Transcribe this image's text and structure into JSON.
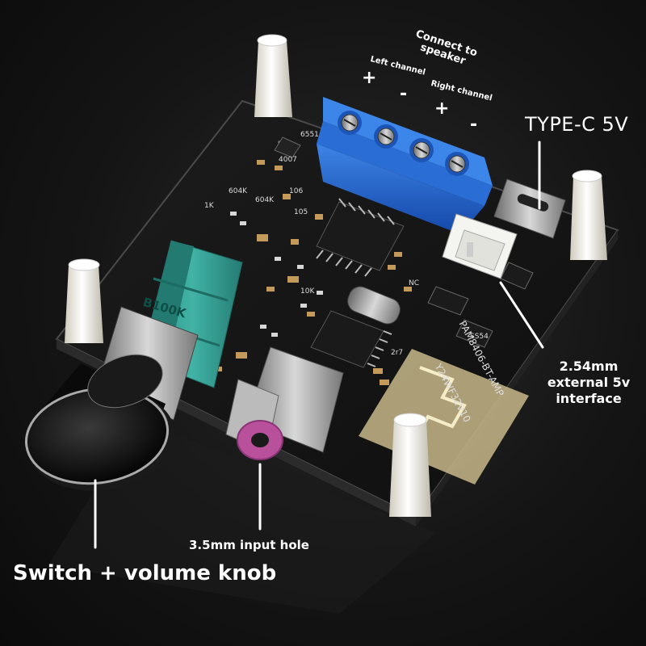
{
  "labels": {
    "connect_to_speaker": "Connect to speaker",
    "left_channel": "Left channel",
    "right_channel": "Right channel",
    "plus": "+",
    "minus": "-",
    "type_c": "TYPE-C 5V",
    "external_5v": "2.54mm external 5v interface",
    "input_hole": "3.5mm input hole",
    "knob": "Switch + volume knob"
  },
  "pcb_text": {
    "model": "PAM8406-BT-AMP",
    "version": "Y24WF32V10",
    "pot_marking": "B100K",
    "r_604k": "604K",
    "r_10k": "10K",
    "r_1k": "1K",
    "r_105": "105",
    "r_106": "106",
    "diode": "4007",
    "ss54": "SS54",
    "nc": "NC",
    "label_2r7": "2r7",
    "label_6551": "6551"
  },
  "colors": {
    "background": "#151515",
    "pcb": "#141414",
    "terminal_block": "#1f63c9",
    "potentiometer": "#2f9e92",
    "jack_insert": "#b8509c",
    "standoff": "#f2f0e6",
    "knob": "#111111",
    "text": "#ffffff"
  }
}
